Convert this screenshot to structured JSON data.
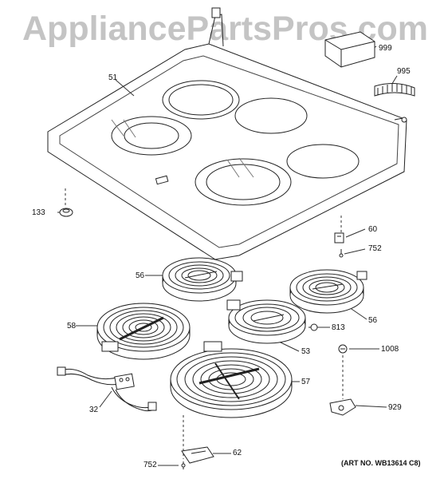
{
  "watermark": "AppliancePartsPros.com",
  "art_number": "(ART NO. WB13614 C8)",
  "callouts": [
    {
      "id": "c51",
      "text": "51"
    },
    {
      "id": "c999",
      "text": "999"
    },
    {
      "id": "c995",
      "text": "995"
    },
    {
      "id": "c133",
      "text": "133"
    },
    {
      "id": "c60",
      "text": "60"
    },
    {
      "id": "c752a",
      "text": "752"
    },
    {
      "id": "c56a",
      "text": "56"
    },
    {
      "id": "c56b",
      "text": "56"
    },
    {
      "id": "c58",
      "text": "58"
    },
    {
      "id": "c813",
      "text": "813"
    },
    {
      "id": "c53",
      "text": "53"
    },
    {
      "id": "c1008",
      "text": "1008"
    },
    {
      "id": "c57",
      "text": "57"
    },
    {
      "id": "c32",
      "text": "32"
    },
    {
      "id": "c929",
      "text": "929"
    },
    {
      "id": "c62",
      "text": "62"
    },
    {
      "id": "c752b",
      "text": "752"
    }
  ]
}
